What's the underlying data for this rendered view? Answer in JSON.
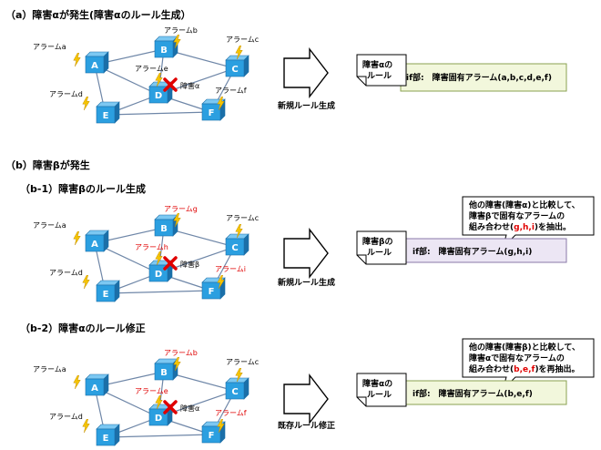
{
  "sections": {
    "a": {
      "title": "（a）障害αが発生(障害αのルール生成）"
    },
    "b": {
      "title": "（b）障害βが発生"
    },
    "b1": {
      "title": "（b-1）障害βのルール生成"
    },
    "b2": {
      "title": "（b-2）障害αのルール修正"
    }
  },
  "nodes": [
    "A",
    "B",
    "C",
    "D",
    "E",
    "F"
  ],
  "alarms": {
    "a": "アラームa",
    "b": "アラームb",
    "c": "アラームc",
    "d": "アラームd",
    "e": "アラームe",
    "f": "アラームf",
    "g": "アラームg",
    "h": "アラームh",
    "i": "アラームi"
  },
  "fault_alpha": "障害α",
  "fault_beta": "障害β",
  "arrows": {
    "new_rule": "新規ルール生成",
    "existing_rule": "既存ルール修正"
  },
  "rules": {
    "alpha_card": [
      "障害αの",
      "ルール"
    ],
    "beta_card": [
      "障害βの",
      "ルール"
    ],
    "a_if": "if部:　障害固有アラーム(a,b,c,d,e,f)",
    "b1_if": "if部:　障害固有アラーム(g,h,i)",
    "b2_if": "if部:　障害固有アラーム(b,e,f)"
  },
  "callouts": {
    "b1": {
      "line1": "他の障害(障害α)と比較して、",
      "line2": "障害βで固有なアラームの",
      "line3_pre": "組み合わせ(",
      "line3_hl": "g,h,i",
      "line3_post": ")を抽出。"
    },
    "b2": {
      "line1": "他の障害(障害β)と比較して、",
      "line2": "障害αで固有なアラームの",
      "line3_pre": "組み合わせ(",
      "line3_hl": "b,e,f",
      "line3_post": ")を再抽出。"
    }
  },
  "colors": {
    "node": "#2b9fe0",
    "node_dark": "#1b6fa8",
    "link": "#6f87a8",
    "bolt": "#f5c400",
    "cross": "#e00000",
    "rule_green": "#f2f7dc",
    "rule_purple": "#ece6f4",
    "highlight": "#e00000"
  }
}
